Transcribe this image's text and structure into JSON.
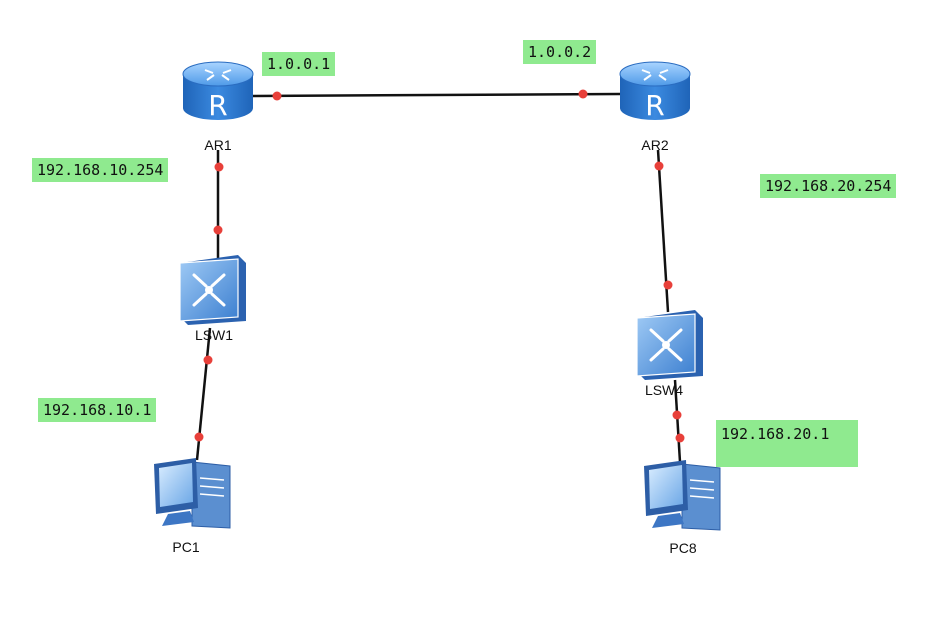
{
  "devices": {
    "ar1": {
      "name": "AR1",
      "glyph": "R"
    },
    "ar2": {
      "name": "AR2",
      "glyph": "R"
    },
    "lsw1": {
      "name": "LSW1"
    },
    "lsw4": {
      "name": "LSW4"
    },
    "pc1": {
      "name": "PC1"
    },
    "pc8": {
      "name": "PC8"
    }
  },
  "ip_labels": {
    "ar1_wan": "1.0.0.1",
    "ar2_wan": "1.0.0.2",
    "ar1_lan": "192.168.10.254",
    "ar2_lan": "192.168.20.254",
    "pc1_ip": "192.168.10.1",
    "pc8_ip": "192.168.20.1"
  },
  "colors": {
    "label_bg": "#8fea8f",
    "link": "#111111",
    "port_dot": "#e8403a",
    "router_blue": "#2f7fd8",
    "switch_blue": "#3d7fd0"
  }
}
